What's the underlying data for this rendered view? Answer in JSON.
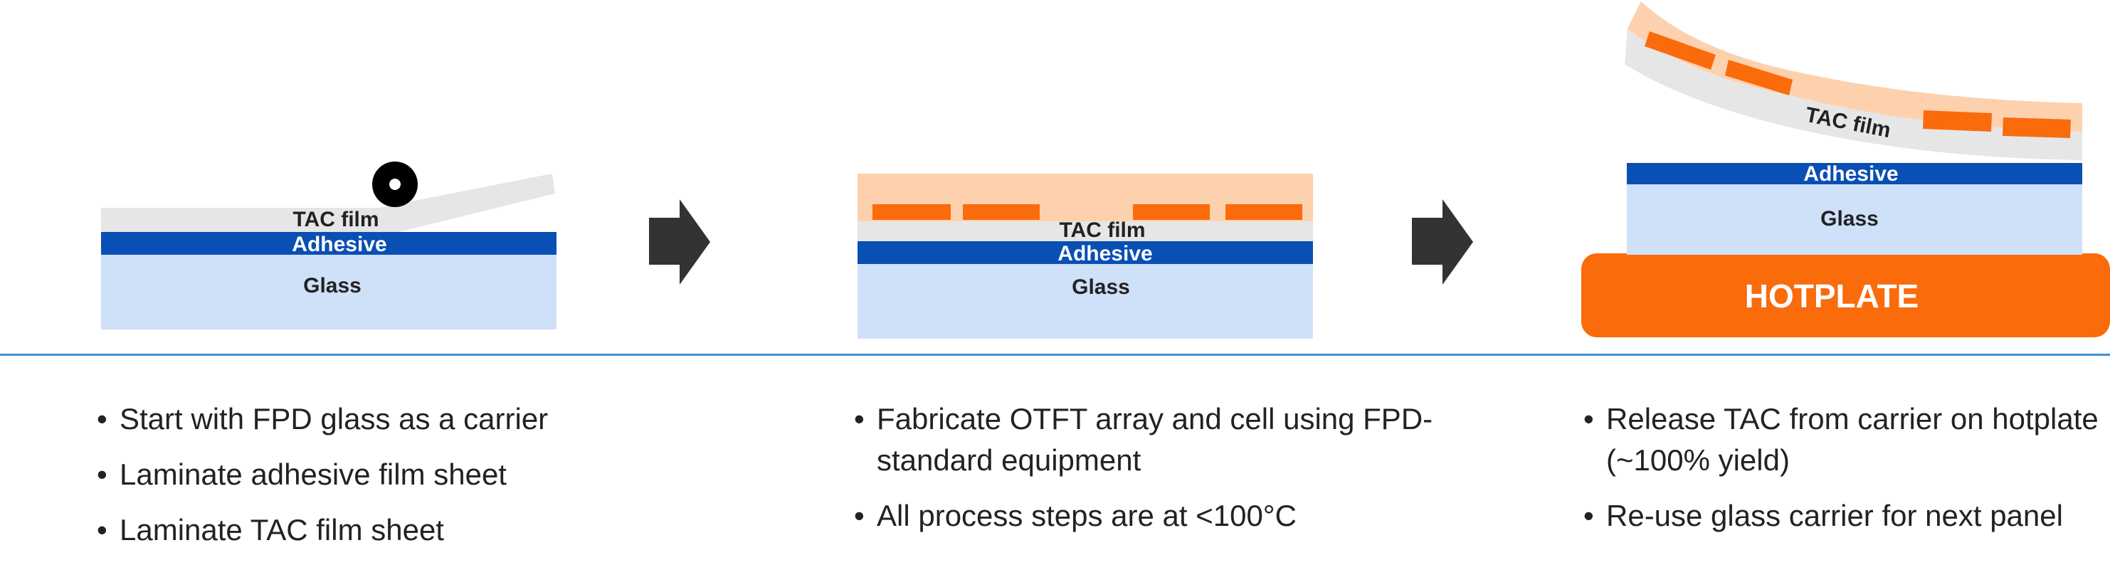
{
  "panel1": {
    "tac_label": "TAC film",
    "adhesive_label": "Adhesive",
    "glass_label": "Glass"
  },
  "panel2": {
    "tac_label": "TAC film",
    "adhesive_label": "Adhesive",
    "glass_label": "Glass"
  },
  "panel3": {
    "tac_label": "TAC film",
    "adhesive_label": "Adhesive",
    "glass_label": "Glass",
    "hotplate_label": "HOTPLATE"
  },
  "bullets": {
    "col1": [
      "Start with FPD glass as a carrier",
      "Laminate adhesive film sheet",
      "Laminate TAC film sheet"
    ],
    "col2": [
      "Fabricate OTFT array and cell using FPD-standard equipment",
      "All process steps are at <100°C"
    ],
    "col3": [
      "Release TAC from carrier on hotplate (~100% yield)",
      "Re-use glass carrier for next panel"
    ]
  },
  "colors": {
    "glass": "#cfe0f9",
    "adhesive": "#0a4fb4",
    "tac_film": "#e6e6e6",
    "device_layer": "#fdd1ad",
    "device_pads": "#fa6b0c",
    "hotplate": "#fa6b0c",
    "arrow": "#333333",
    "divider": "#3d8fd1"
  }
}
